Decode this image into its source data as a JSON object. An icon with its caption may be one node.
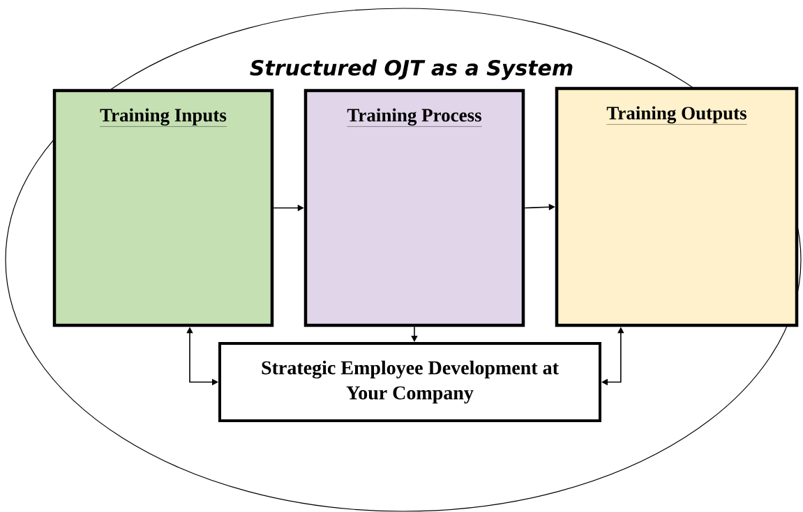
{
  "diagram": {
    "nodes": [
      {
        "text": [
          "Structured OJT as a System"
        ]
      },
      {
        "text": [
          "Training Inputs"
        ],
        "in": 0
      },
      {
        "text": [
          "Training Process"
        ],
        "in": 0
      },
      {
        "text": [
          "Training Outputs"
        ],
        "in": 0
      },
      {
        "text": [
          "Strategic Employee Development at Your Company"
        ],
        "in": 0
      }
    ],
    "edges": [
      {
        "from": 1,
        "to": 2,
        "arrow": "to"
      },
      {
        "from": 2,
        "to": 3,
        "arrow": "to"
      },
      {
        "from": 2,
        "to": 4,
        "arrow": "to"
      },
      {
        "from": 1,
        "to": 4,
        "arrow": "both"
      },
      {
        "from": 3,
        "to": 4,
        "arrow": "both"
      }
    ]
  }
}
